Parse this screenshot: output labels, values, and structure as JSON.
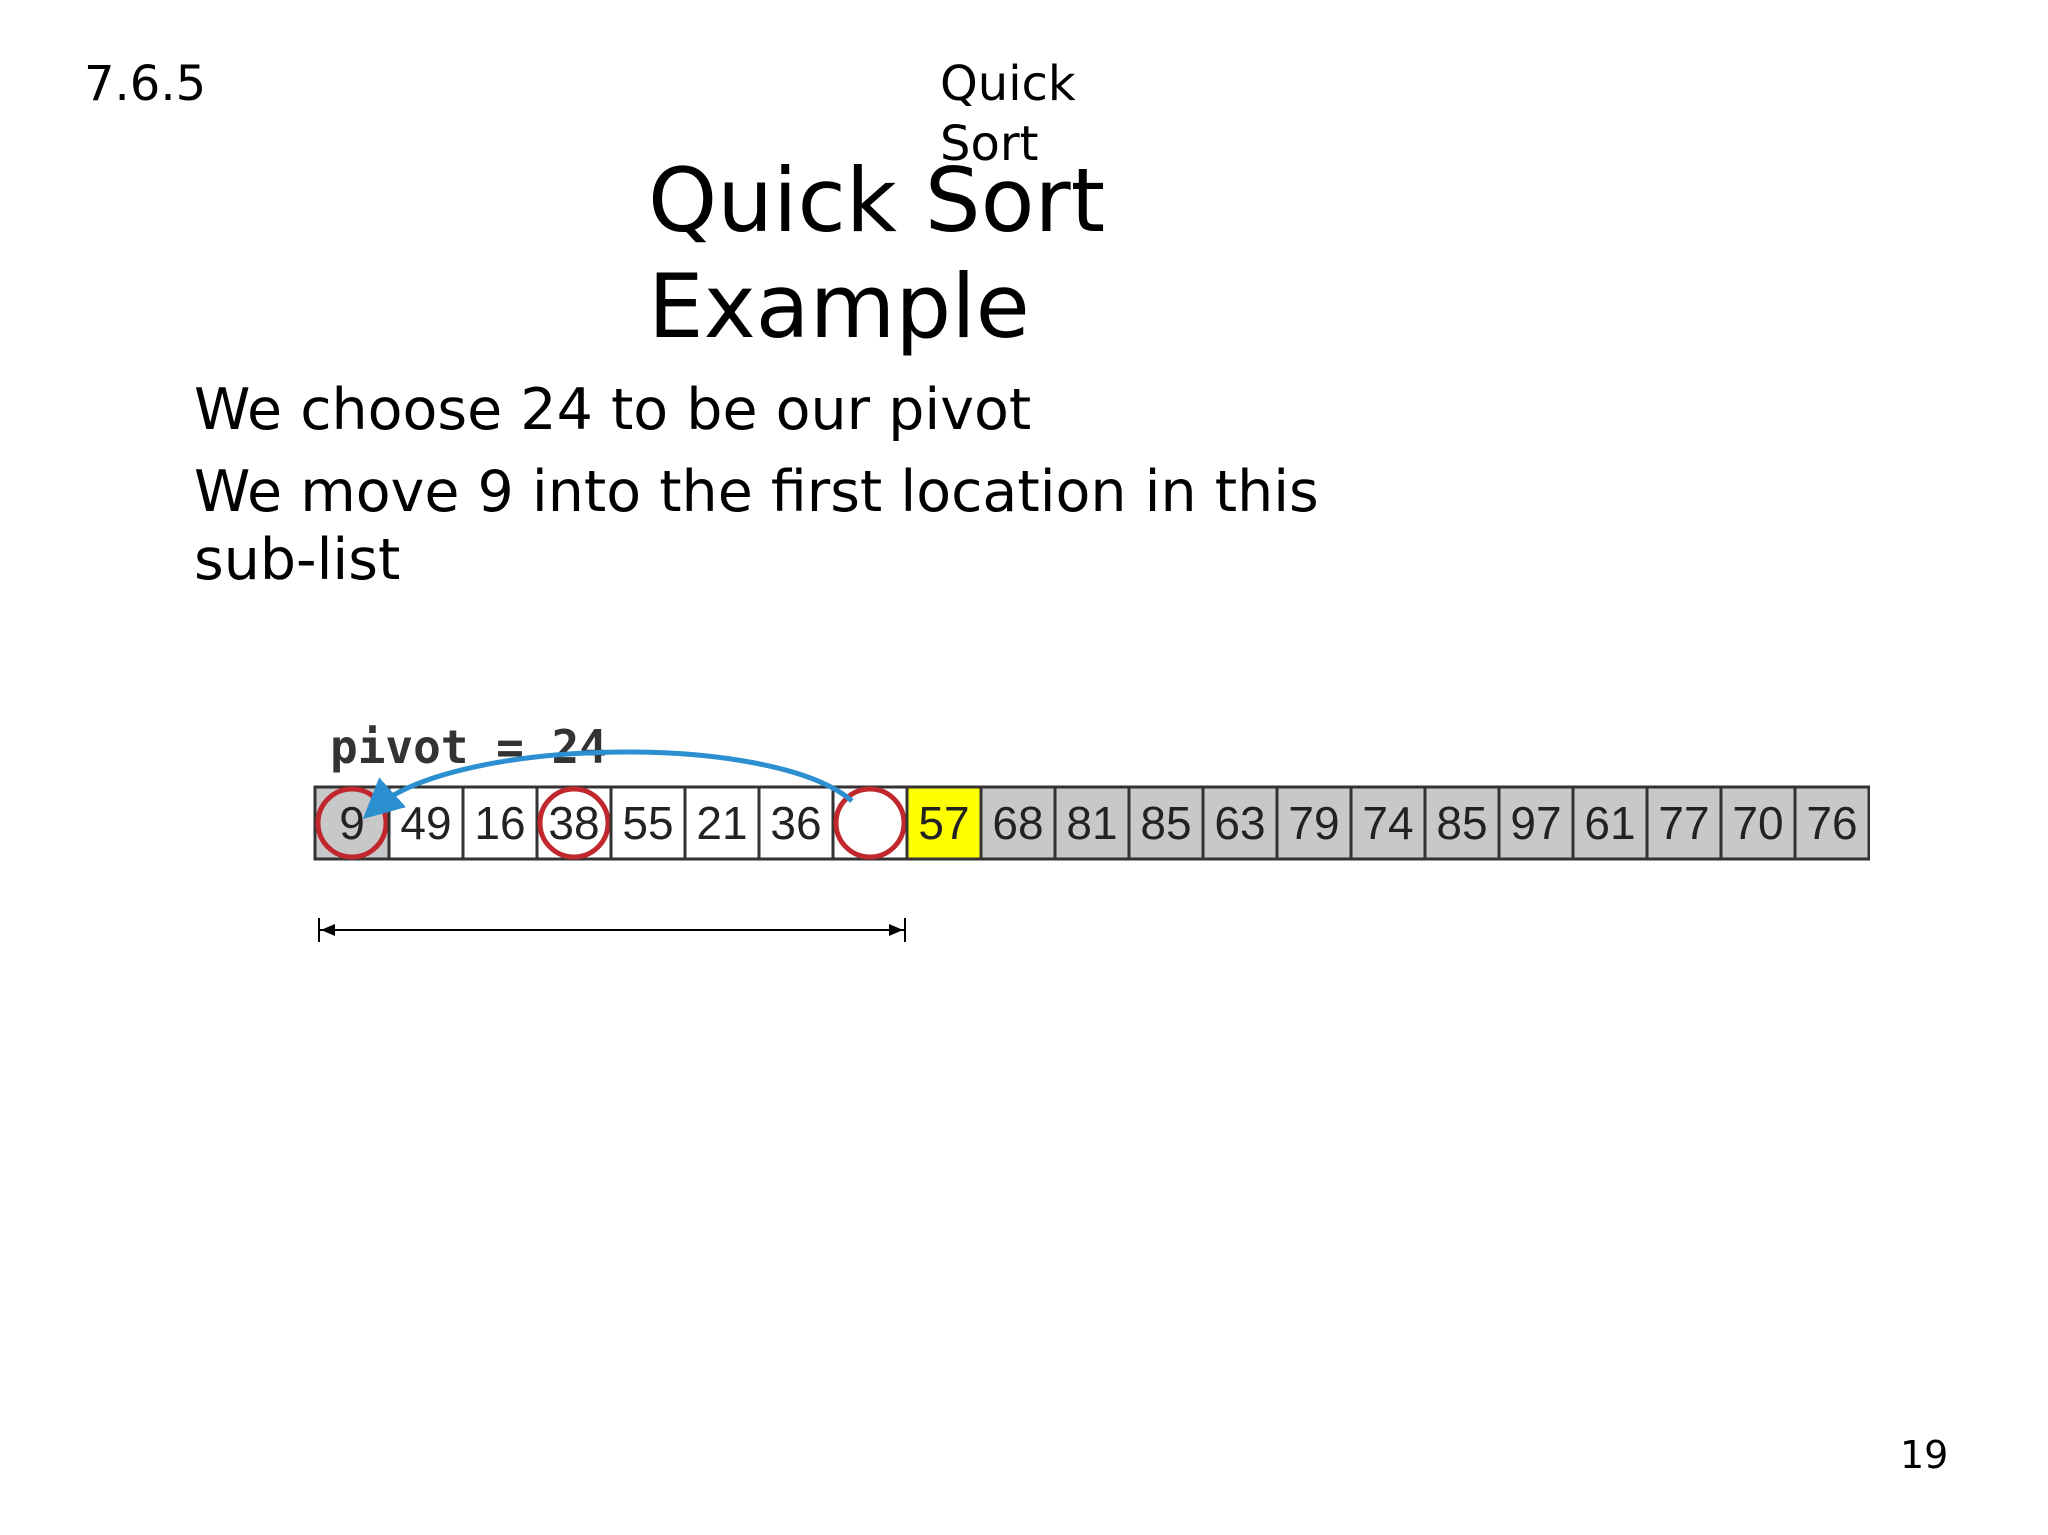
{
  "header": {
    "section": "7.6.5",
    "topic": "Quick Sort"
  },
  "slide": {
    "title": "Quick Sort Example",
    "bullets": [
      "We choose 24 to be our pivot",
      "We move 9 into the first location in this sub-list"
    ],
    "page_number": "19"
  },
  "diagram": {
    "pivot_label": "pivot = 24",
    "cells": [
      {
        "value": "9",
        "fill": "#c8c8c8",
        "circled": true
      },
      {
        "value": "49",
        "fill": "#ffffff",
        "circled": false
      },
      {
        "value": "16",
        "fill": "#ffffff",
        "circled": false
      },
      {
        "value": "38",
        "fill": "#ffffff",
        "circled": true
      },
      {
        "value": "55",
        "fill": "#ffffff",
        "circled": false
      },
      {
        "value": "21",
        "fill": "#ffffff",
        "circled": false
      },
      {
        "value": "36",
        "fill": "#ffffff",
        "circled": false
      },
      {
        "value": "",
        "fill": "#ffffff",
        "circled": true
      },
      {
        "value": "57",
        "fill": "#ffff00",
        "circled": false
      },
      {
        "value": "68",
        "fill": "#c8c8c8",
        "circled": false
      },
      {
        "value": "81",
        "fill": "#c8c8c8",
        "circled": false
      },
      {
        "value": "85",
        "fill": "#c8c8c8",
        "circled": false
      },
      {
        "value": "63",
        "fill": "#c8c8c8",
        "circled": false
      },
      {
        "value": "79",
        "fill": "#c8c8c8",
        "circled": false
      },
      {
        "value": "74",
        "fill": "#c8c8c8",
        "circled": false
      },
      {
        "value": "85",
        "fill": "#c8c8c8",
        "circled": false
      },
      {
        "value": "97",
        "fill": "#c8c8c8",
        "circled": false
      },
      {
        "value": "61",
        "fill": "#c8c8c8",
        "circled": false
      },
      {
        "value": "77",
        "fill": "#c8c8c8",
        "circled": false
      },
      {
        "value": "70",
        "fill": "#c8c8c8",
        "circled": false
      },
      {
        "value": "76",
        "fill": "#c8c8c8",
        "circled": false
      }
    ],
    "colors": {
      "circle": "#c0282d",
      "arrow": "#2b8fd0",
      "border": "#333333"
    }
  }
}
